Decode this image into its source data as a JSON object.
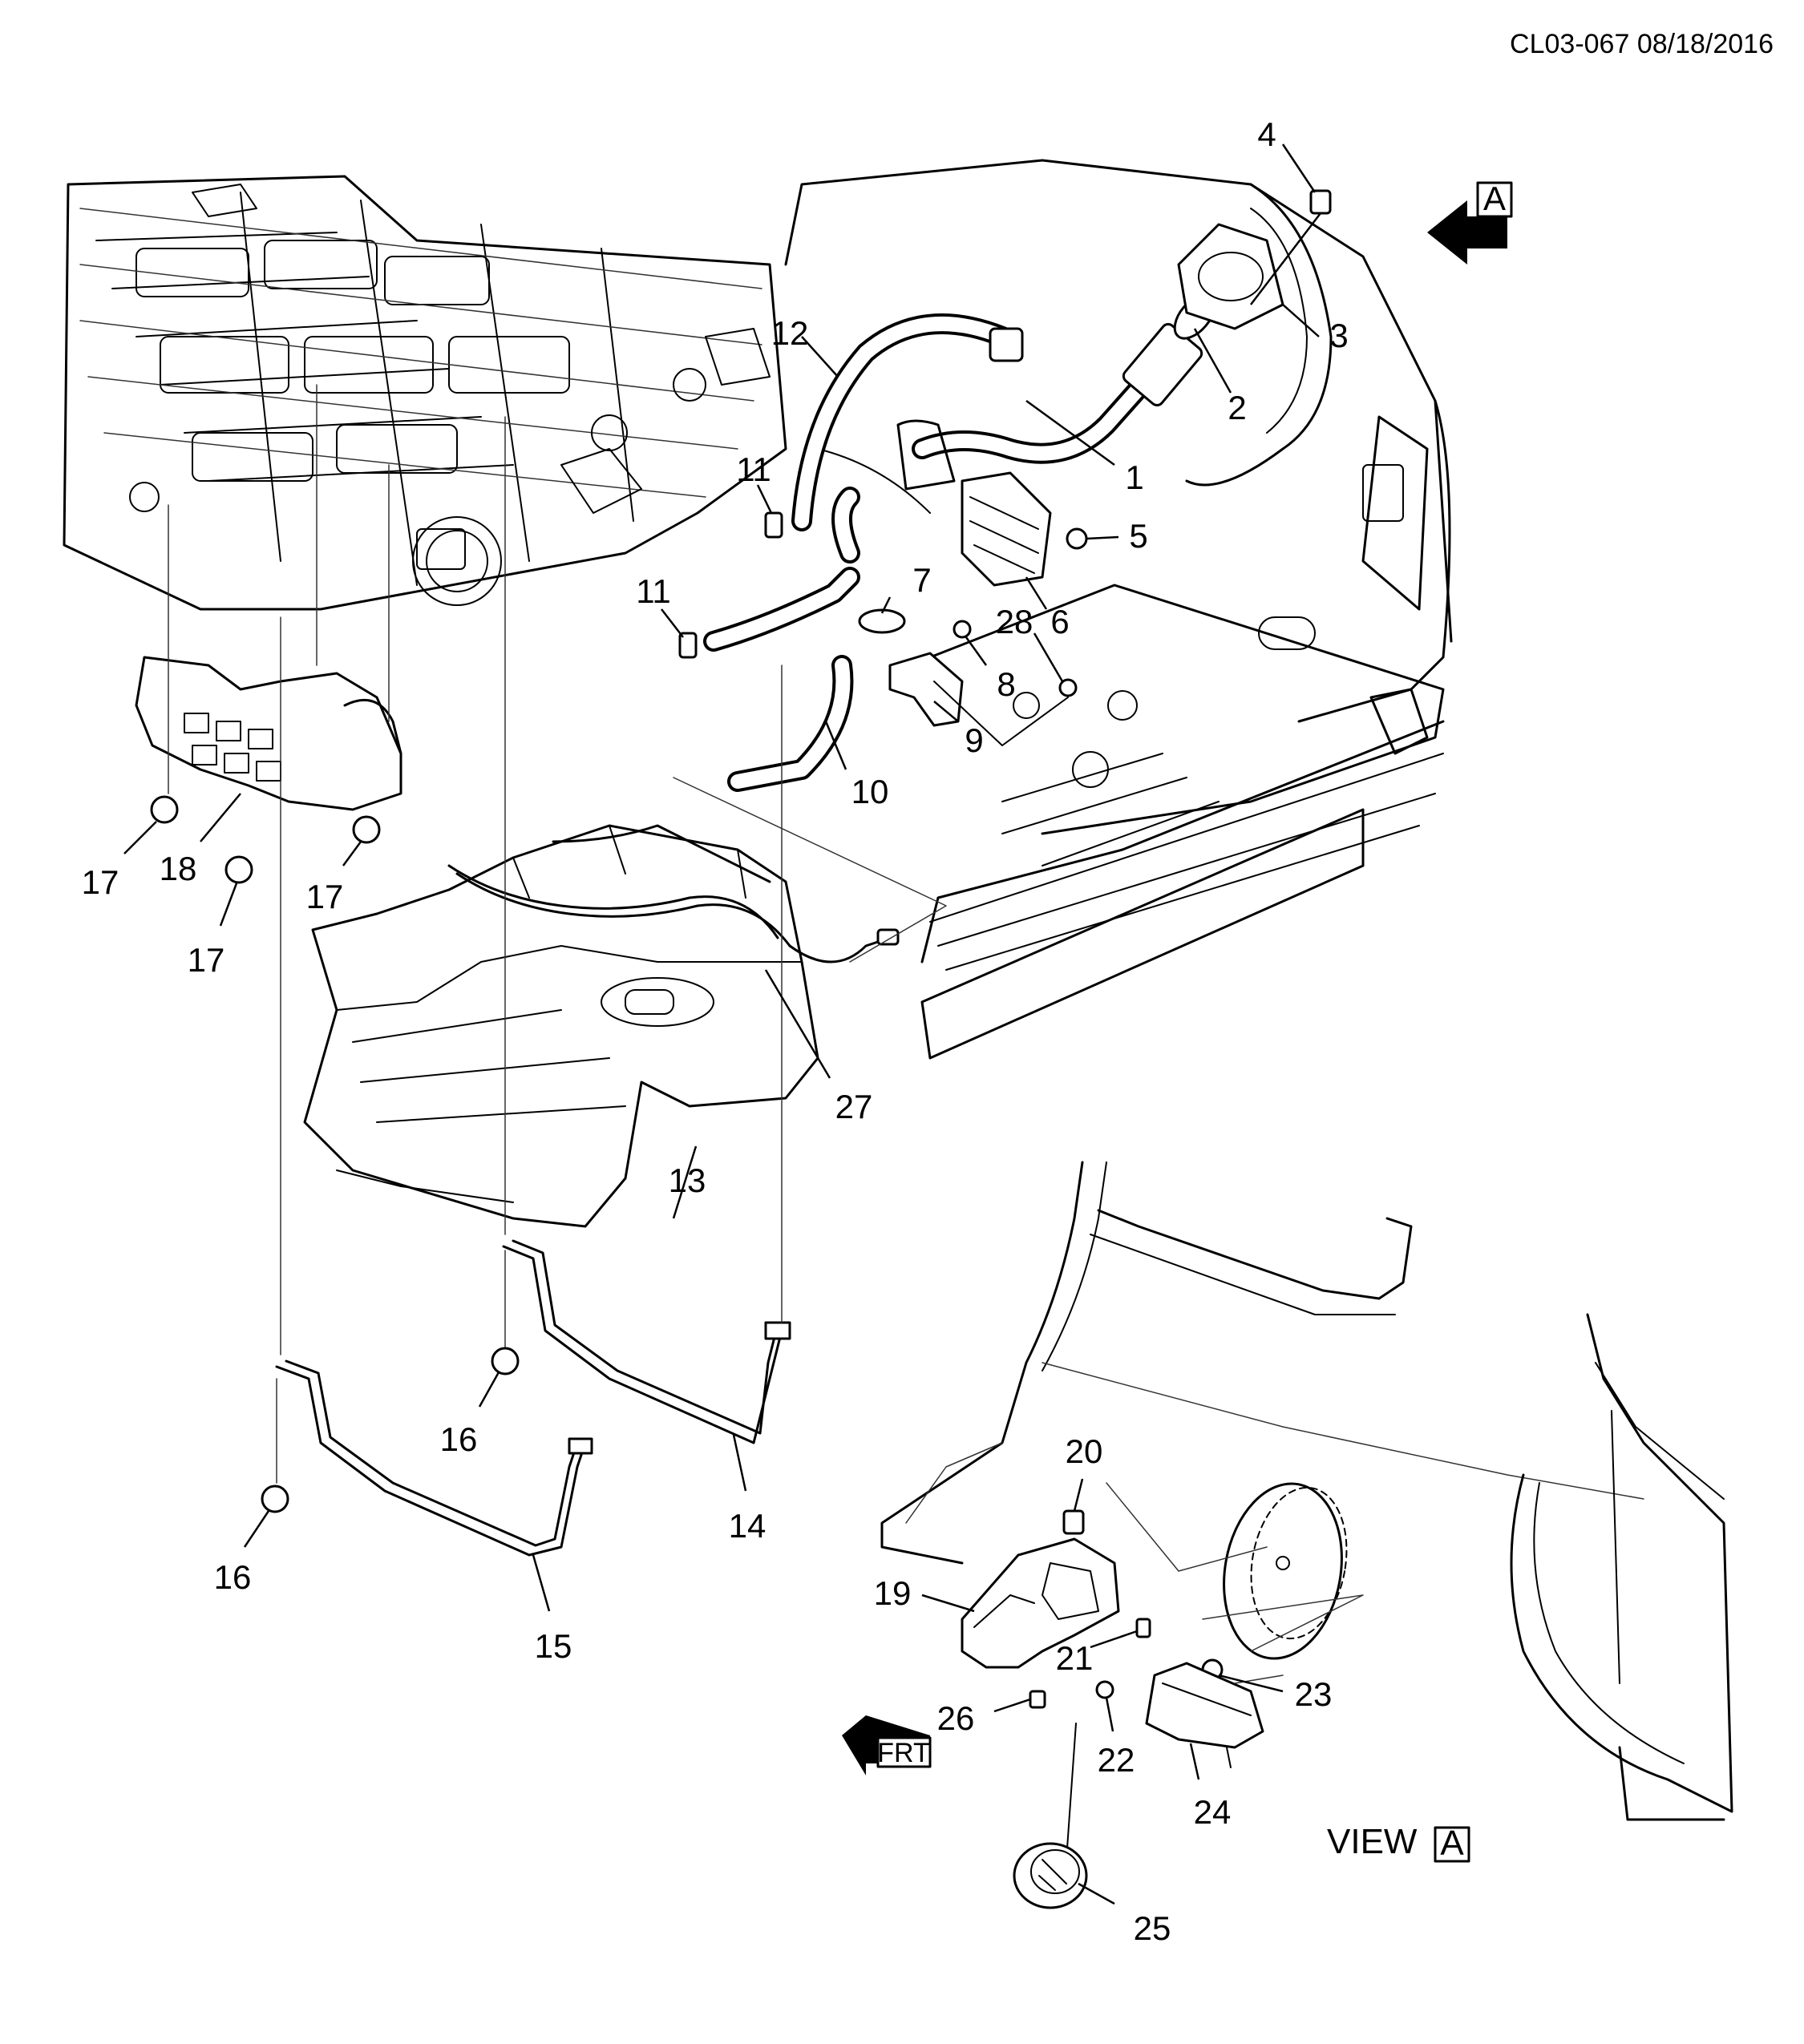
{
  "header": {
    "stamp": "CL03-067 08/18/2016"
  },
  "view_marker": {
    "letter": "A"
  },
  "view_label": {
    "text": "VIEW",
    "letter": "A"
  },
  "front_arrow": {
    "text": "FRT"
  },
  "callouts": [
    "1",
    "2",
    "3",
    "4",
    "5",
    "6",
    "7",
    "8",
    "9",
    "10",
    "11",
    "11",
    "12",
    "13",
    "14",
    "15",
    "16",
    "16",
    "17",
    "17",
    "17",
    "18",
    "19",
    "20",
    "21",
    "22",
    "23",
    "24",
    "25",
    "26",
    "27",
    "28"
  ]
}
